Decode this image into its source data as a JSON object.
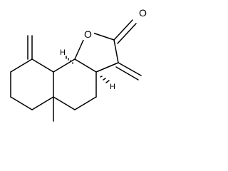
{
  "structure": {
    "atoms": {
      "O_ring": "O",
      "O_carbonyl": "O",
      "H_9b": "H",
      "H_3a": "H"
    }
  },
  "colors": {
    "bond": "#000000",
    "label": "#000000",
    "background": "#ffffff"
  }
}
